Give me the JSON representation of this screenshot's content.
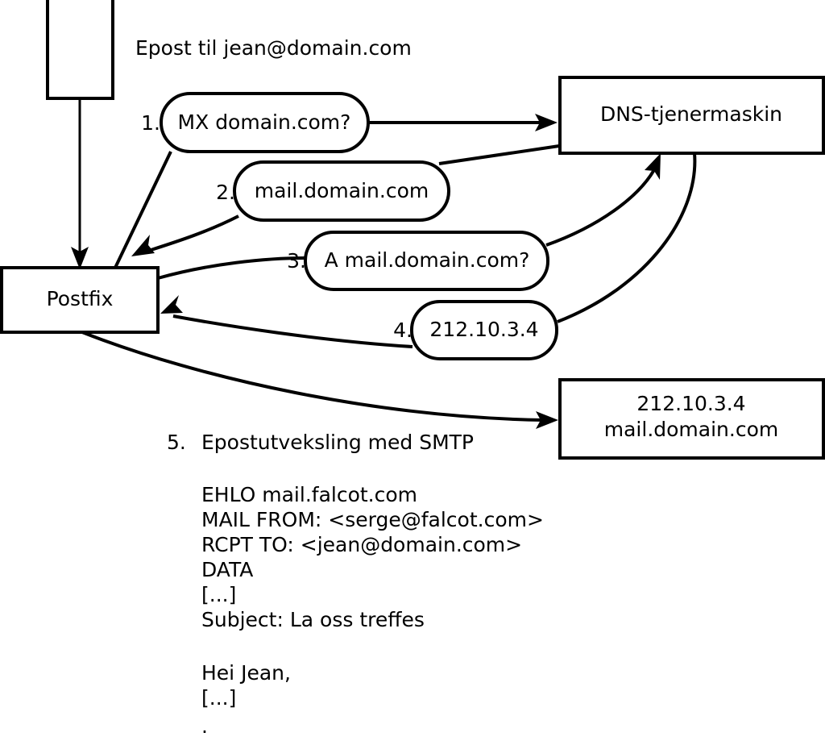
{
  "diagram": {
    "caption": "Epost til jean@domain.com",
    "nodes": {
      "client_box": "",
      "postfix": "Postfix",
      "dns_server": "DNS-tjenermaskin",
      "mail_server_line1": "212.10.3.4",
      "mail_server_line2": "mail.domain.com"
    },
    "steps": [
      {
        "number": "1.",
        "label": "MX domain.com?"
      },
      {
        "number": "2.",
        "label": "mail.domain.com"
      },
      {
        "number": "3.",
        "label": "A mail.domain.com?"
      },
      {
        "number": "4.",
        "label": "212.10.3.4"
      }
    ],
    "step5": {
      "number": "5.",
      "label": "Epostutveksling med SMTP"
    },
    "smtp_transcript": [
      "EHLO mail.falcot.com",
      "MAIL FROM: <serge@falcot.com>",
      "RCPT TO: <jean@domain.com>",
      "DATA",
      "[...]",
      "Subject: La oss treffes",
      "",
      "Hei Jean,",
      "[...]",
      "."
    ],
    "colors": {
      "stroke": "#000000",
      "fill": "#ffffff",
      "text": "#000000"
    }
  }
}
